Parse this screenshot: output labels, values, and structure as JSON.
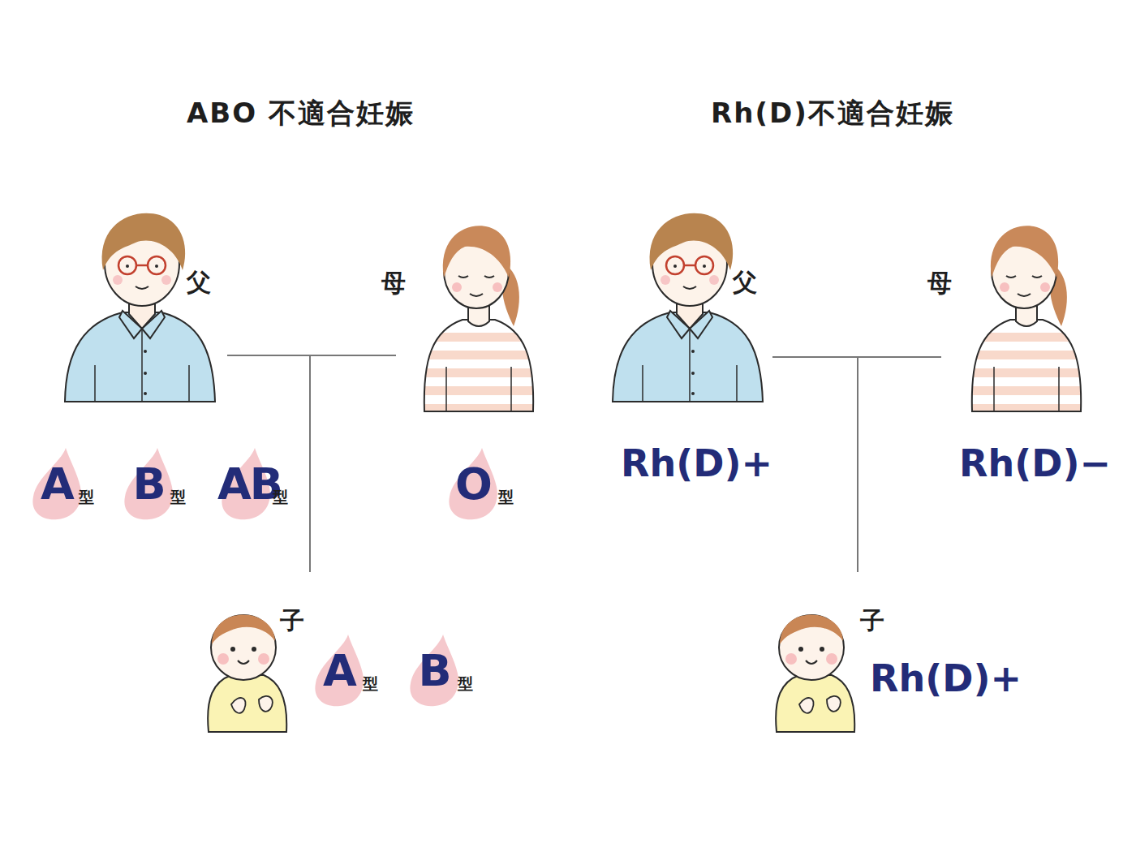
{
  "diagram": {
    "nodes": [
      {
        "text": [
          "父"
        ]
      },
      {
        "text": [
          "母"
        ]
      },
      {
        "text": [
          "A",
          "型"
        ]
      },
      {
        "text": [
          "B",
          "型"
        ]
      },
      {
        "text": [
          "AB",
          "型"
        ]
      },
      {
        "text": [
          "O",
          "型"
        ]
      },
      {
        "text": [
          "子"
        ]
      },
      {
        "text": [
          "A",
          "型"
        ]
      },
      {
        "text": [
          "B",
          "型"
        ]
      },
      {
        "text": [
          "父"
        ]
      },
      {
        "text": [
          "母"
        ]
      },
      {
        "text": [
          "子"
        ]
      }
    ],
    "edges": [
      {
        "from": 0,
        "to": 6,
        "arrow": "none"
      },
      {
        "from": 1,
        "to": 6,
        "arrow": "none"
      },
      {
        "from": 9,
        "to": 11,
        "arrow": "none"
      },
      {
        "from": 10,
        "to": 11,
        "arrow": "none"
      }
    ],
    "labels": [
      "ABO 不適合妊娠",
      "Rh(D)不適合妊娠",
      "Rh(D)+",
      "Rh(D)−",
      "Rh(D)+"
    ]
  }
}
